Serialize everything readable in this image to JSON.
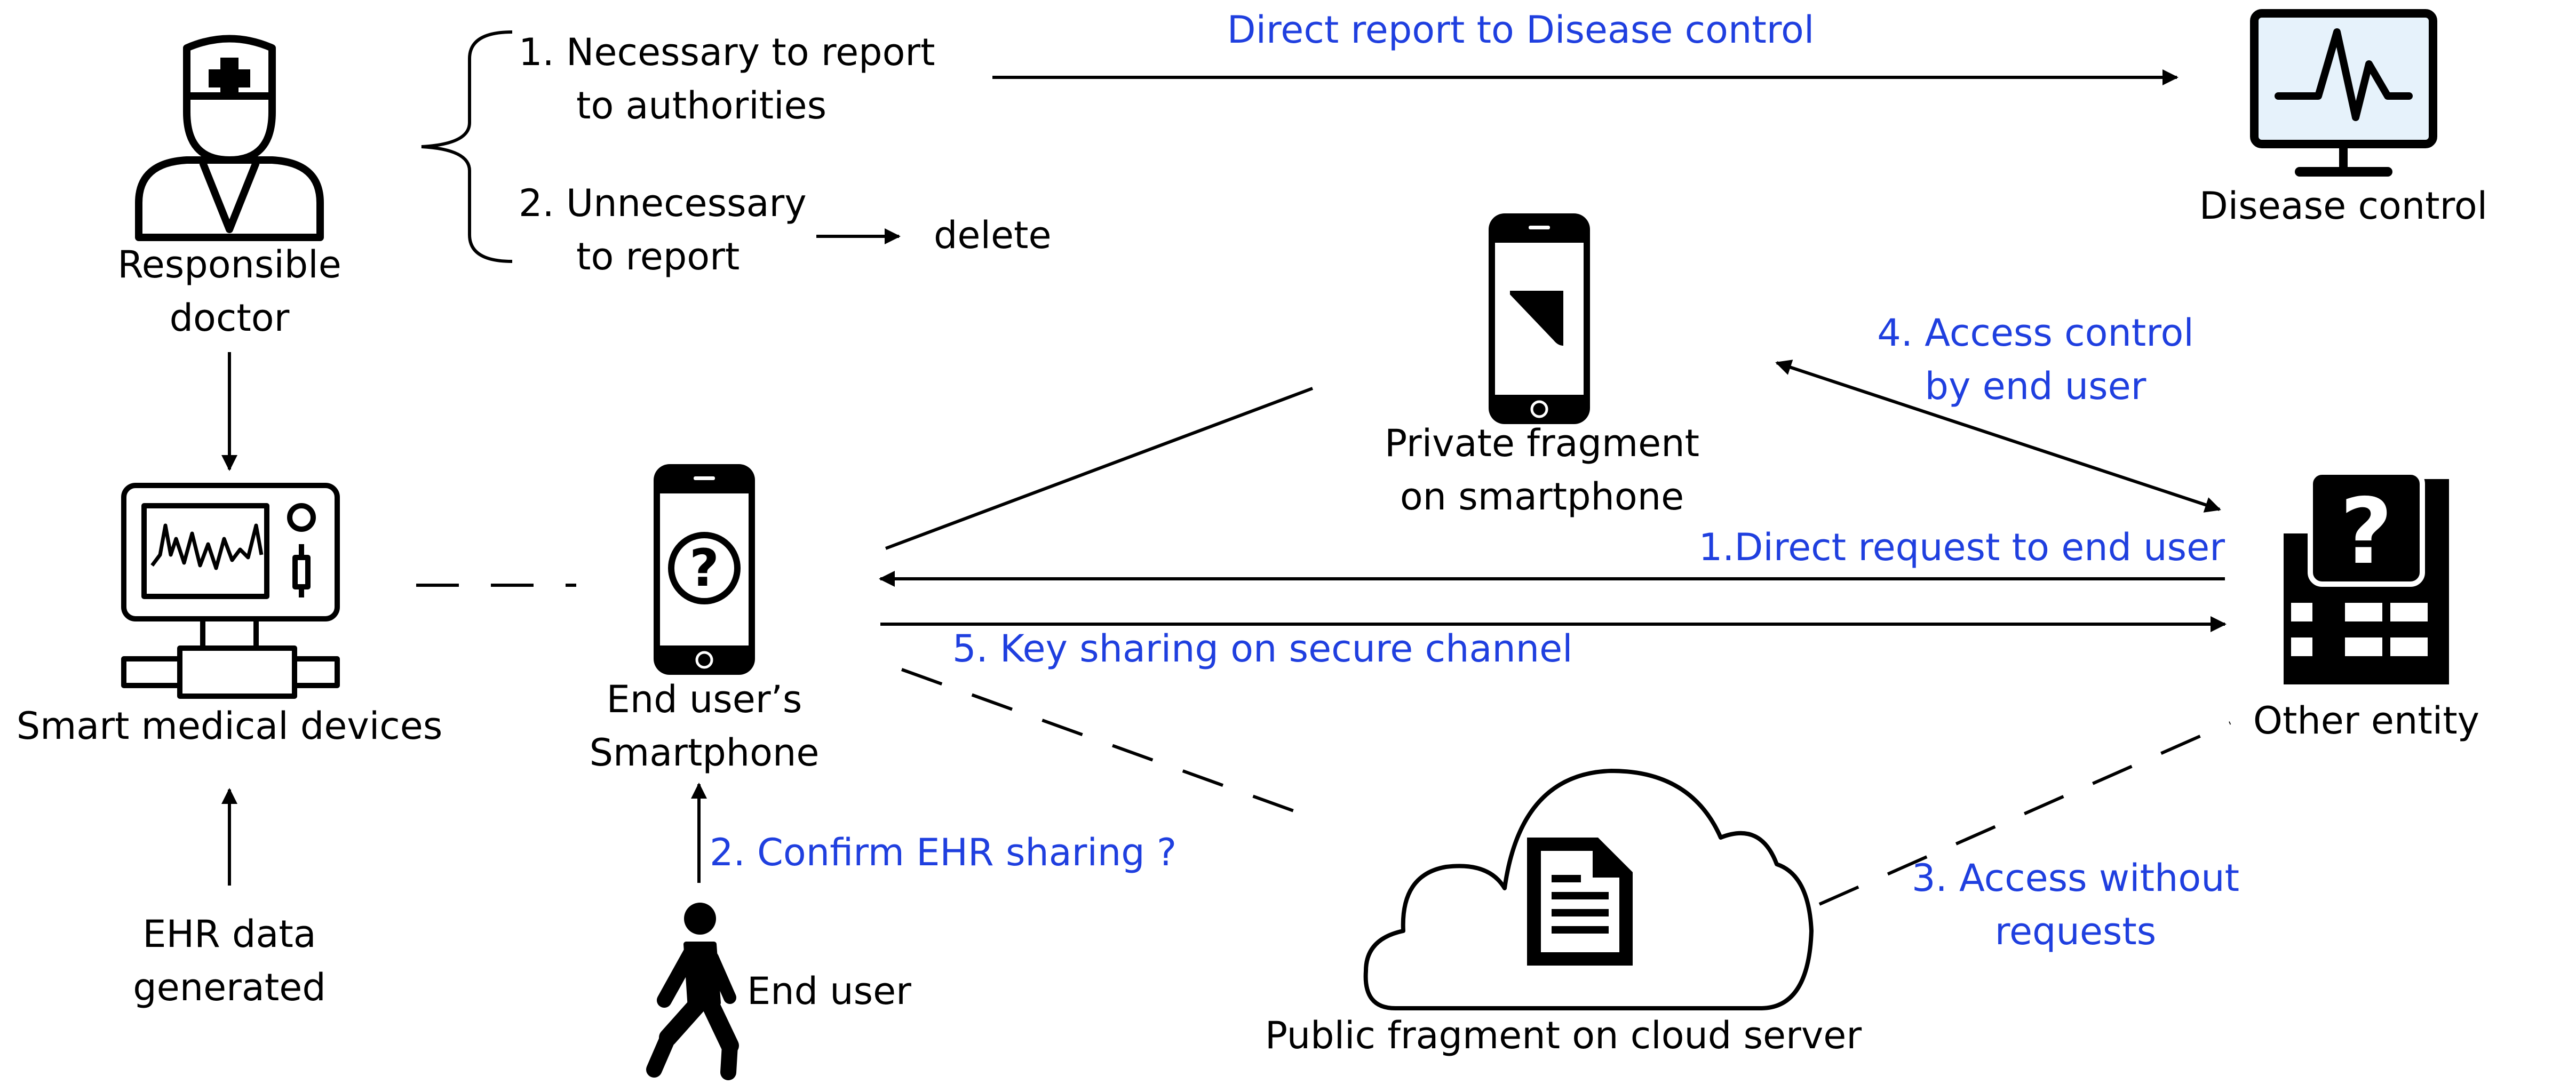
{
  "colors": {
    "label_black": "#000000",
    "label_blue": "#1f3fdf",
    "line": "#000000",
    "monitor_bg": "#e6f2fb"
  },
  "nodes": {
    "doctor": {
      "icon": "doctor-icon",
      "label_line1": "Responsible",
      "label_line2": "doctor"
    },
    "devices": {
      "icon": "medical-device-icon",
      "label": "Smart medical devices"
    },
    "ehr": {
      "label_line1": "EHR data",
      "label_line2": "generated"
    },
    "smartphone": {
      "icon": "smartphone-question-icon",
      "label_line1": "End user’s",
      "label_line2": "Smartphone"
    },
    "enduser": {
      "icon": "walking-person-icon",
      "label": "End user"
    },
    "private": {
      "icon": "smartphone-icon",
      "label_line1": "Private fragment",
      "label_line2": "on smartphone"
    },
    "cloud": {
      "icon": "cloud-document-icon",
      "label": "Public fragment on cloud server"
    },
    "disease": {
      "icon": "monitor-heartbeat-icon",
      "label": "Disease control"
    },
    "entity": {
      "icon": "building-question-icon",
      "label": "Other entity"
    }
  },
  "decision": {
    "option1_line1": "1. Necessary to report",
    "option1_line2": "to authorities",
    "option2_line1": "2. Unnecessary",
    "option2_line2": "to report",
    "delete": "delete"
  },
  "edges": {
    "direct_report": "Direct report to Disease control",
    "access_control_line1": "4. Access control",
    "access_control_line2": "by end user",
    "direct_request": "1.Direct request to end user",
    "key_sharing": "5. Key sharing on secure channel",
    "confirm": "2. Confirm EHR sharing ?",
    "access_without_line1": "3. Access without",
    "access_without_line2": "requests"
  }
}
